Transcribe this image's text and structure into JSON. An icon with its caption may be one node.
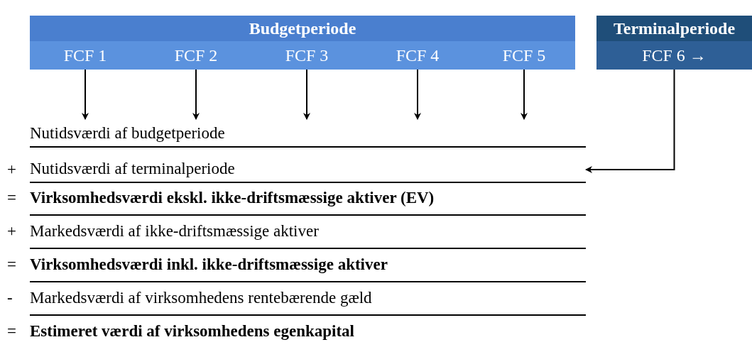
{
  "diagram": {
    "nodes": [
      {
        "text": [
          "Budgetperiode"
        ]
      },
      {
        "text": [
          "FCF 1"
        ],
        "in": 0
      },
      {
        "text": [
          "FCF 2"
        ],
        "in": 0
      },
      {
        "text": [
          "FCF 3"
        ],
        "in": 0
      },
      {
        "text": [
          "FCF 4"
        ],
        "in": 0
      },
      {
        "text": [
          "FCF 5"
        ],
        "in": 0
      },
      {
        "text": [
          "Terminalperiode"
        ]
      },
      {
        "text": [
          "FCF 6 →"
        ],
        "in": 6
      },
      {
        "text": [
          "Nutidsværdi af budgetperiode"
        ]
      },
      {
        "text": [
          "Nutidsværdi af terminalperiode"
        ],
        "beside": [
          "+"
        ]
      }
    ],
    "edges": [
      {
        "from": 1,
        "to": 8,
        "arrow": "to"
      },
      {
        "from": 2,
        "to": 8,
        "arrow": "to"
      },
      {
        "from": 3,
        "to": 8,
        "arrow": "to"
      },
      {
        "from": 4,
        "to": 8,
        "arrow": "to"
      },
      {
        "from": 5,
        "to": 8,
        "arrow": "to"
      },
      {
        "from": 7,
        "to": 9,
        "arrow": "to"
      }
    ],
    "labels": [
      "=",
      "Virksomhedsværdi ekskl. ikke-driftsmæssige aktiver (EV)",
      "+",
      "Markedsværdi af ikke-driftsmæssige aktiver",
      "=",
      "Virksomhedsværdi inkl. ikke-driftsmæssige aktiver",
      "-",
      "Markedsværdi af virksomhedens rentebærende gæld",
      "=",
      "Estimeret værdi af virksomhedens egenkapital"
    ]
  }
}
